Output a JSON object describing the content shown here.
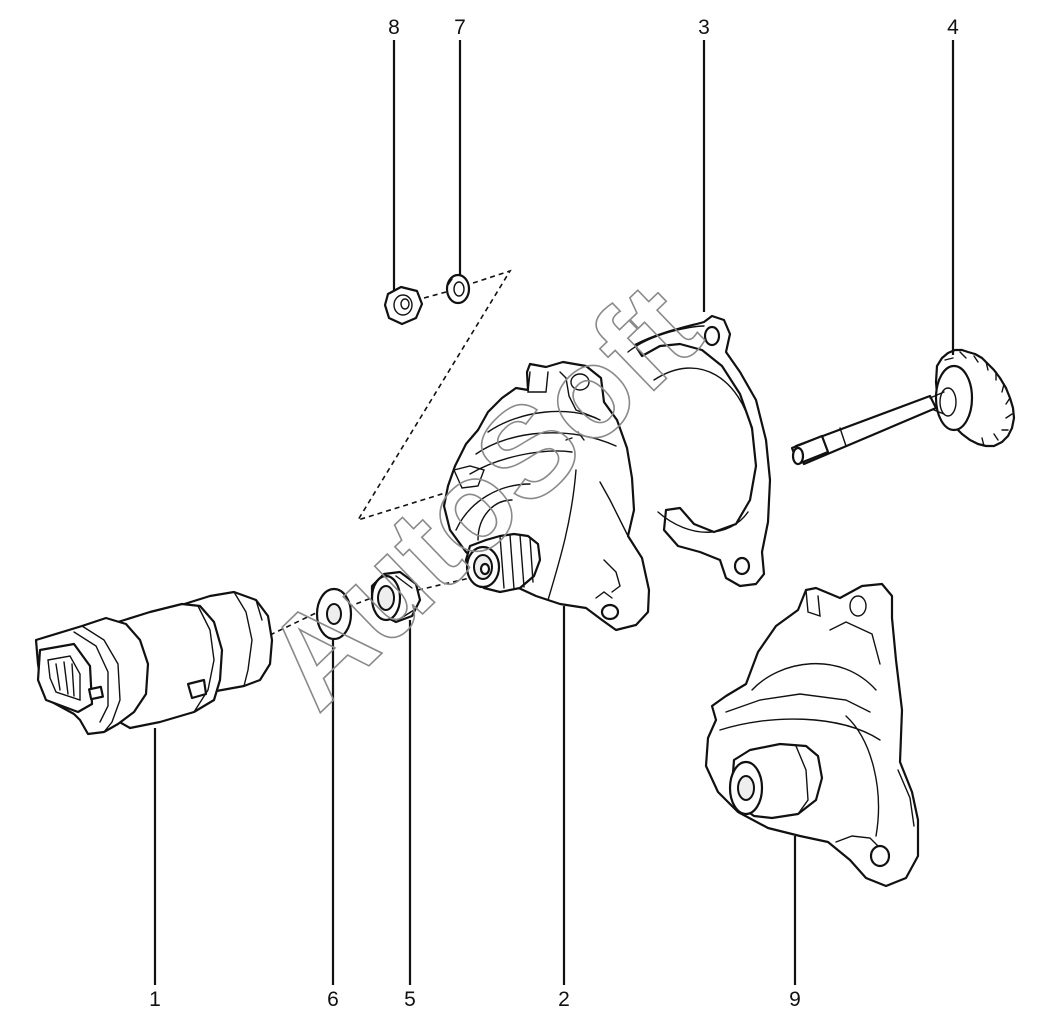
{
  "callouts": {
    "c1": "1",
    "c2": "2",
    "c3": "3",
    "c4": "4",
    "c5": "5",
    "c6": "6",
    "c7": "7",
    "c8": "8",
    "c9": "9"
  },
  "watermark": "AutoSoft",
  "colors": {
    "line": "#111111",
    "background": "#ffffff",
    "watermark": "#8a8a8a"
  }
}
